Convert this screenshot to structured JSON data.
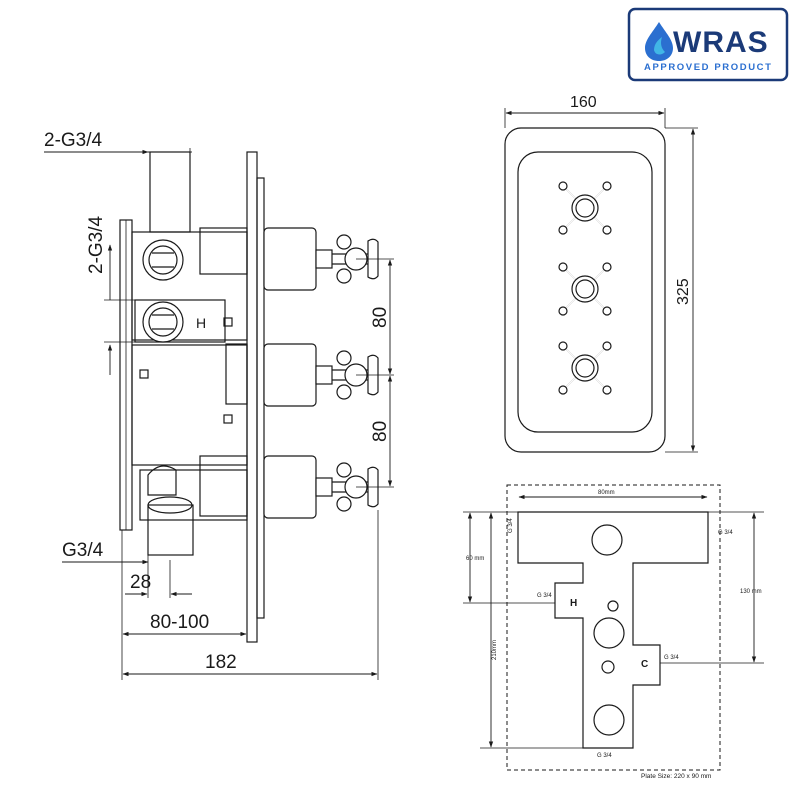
{
  "badge": {
    "brand": "WRAS",
    "subtitle": "APPROVED PRODUCT",
    "colors": {
      "border": "#1b3a78",
      "brand": "#1b3a78",
      "subtitle": "#2b6fd0",
      "drop_outer": "#2b6fd0",
      "drop_inner": "#41b6e6"
    },
    "icon": "water-drop-icon"
  },
  "side_view": {
    "inlet_top": "2-G3/4",
    "inlet_vertical": "2-G3/4",
    "outlet": "G3/4",
    "dim_outlet": "28",
    "dim_depth": "80-100",
    "dim_total": "182",
    "dim_spacing_1": "80",
    "dim_spacing_2": "80",
    "hot_label": "H"
  },
  "front_view": {
    "width": "160",
    "height": "325"
  },
  "plate": {
    "width": "80mm",
    "left_height": "60 mm",
    "total_height": "210mm",
    "right_height": "130 mm",
    "port_top_left": "G 3/4",
    "port_top_right": "G 3/4",
    "port_h": "G 3/4",
    "port_c": "G 3/4",
    "port_bottom": "G 3/4",
    "hot_label": "H",
    "cold_label": "C",
    "size_note": "Plate Size: 220 x 90 mm"
  }
}
